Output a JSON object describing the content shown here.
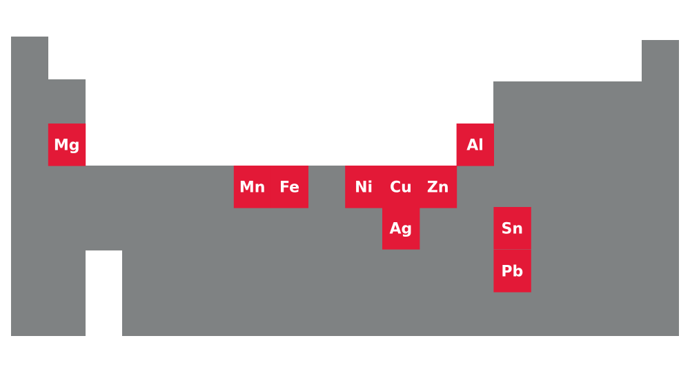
{
  "colors": {
    "table_fill": "#7f8283",
    "highlight_fill": "#e31937",
    "label_color": "#ffffff",
    "background": "#ffffff"
  },
  "elements": [
    {
      "symbol": "Mg",
      "period": 3,
      "group": 2
    },
    {
      "symbol": "Al",
      "period": 3,
      "group": 13
    },
    {
      "symbol": "Mn",
      "period": 4,
      "group": 7
    },
    {
      "symbol": "Fe",
      "period": 4,
      "group": 8
    },
    {
      "symbol": "Ni",
      "period": 4,
      "group": 10
    },
    {
      "symbol": "Cu",
      "period": 4,
      "group": 11
    },
    {
      "symbol": "Zn",
      "period": 4,
      "group": 12
    },
    {
      "symbol": "Ag",
      "period": 5,
      "group": 11
    },
    {
      "symbol": "Sn",
      "period": 5,
      "group": 14
    },
    {
      "symbol": "Pb",
      "period": 6,
      "group": 14
    }
  ]
}
